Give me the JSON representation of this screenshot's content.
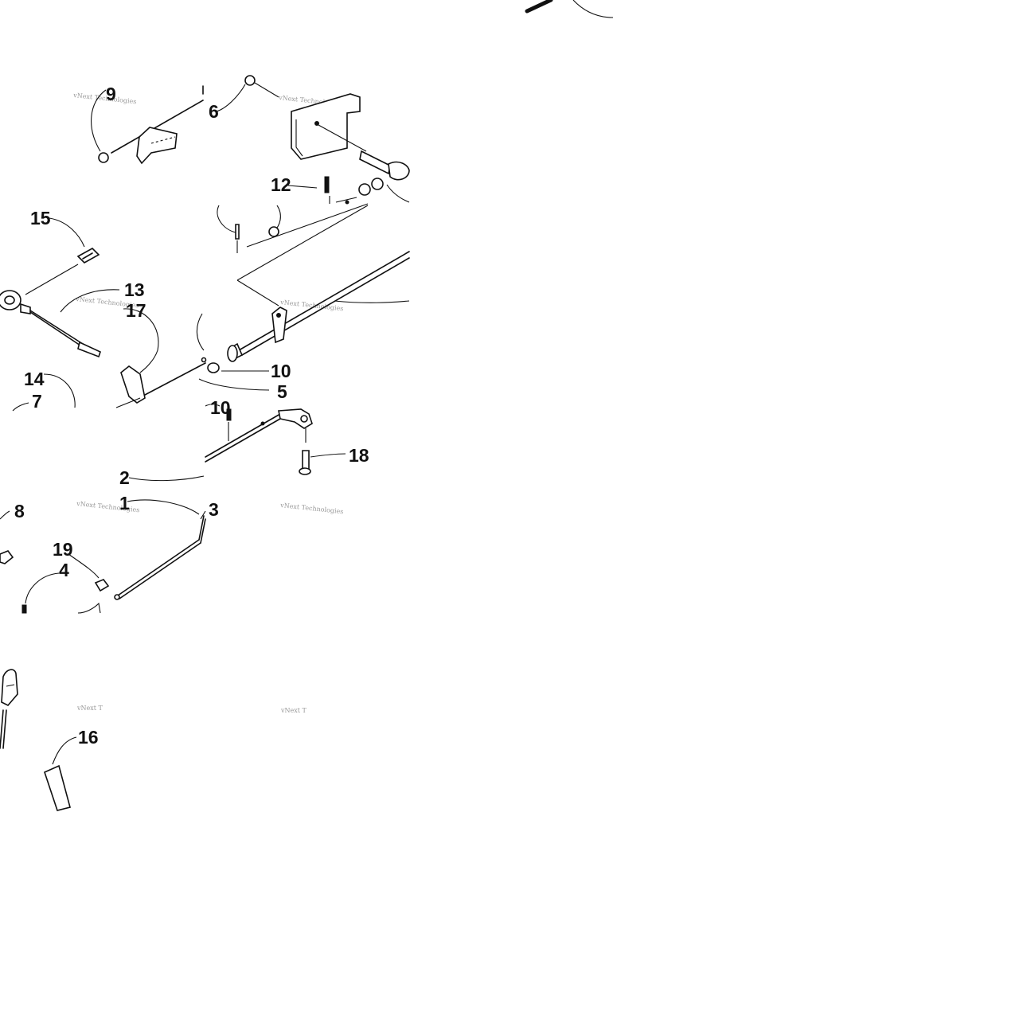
{
  "callouts": {
    "c1": "1",
    "c2": "2",
    "c3": "3",
    "c4": "4",
    "c5": "5",
    "c6": "6",
    "c7": "7",
    "c8": "8",
    "c9": "9",
    "c10a": "10",
    "c10b": "10",
    "c12": "12",
    "c13": "13",
    "c14": "14",
    "c15": "15",
    "c16": "16",
    "c17": "17",
    "c18": "18",
    "c19": "19"
  },
  "watermark": {
    "full": "vNext Technologies",
    "partial": "vNext T"
  }
}
